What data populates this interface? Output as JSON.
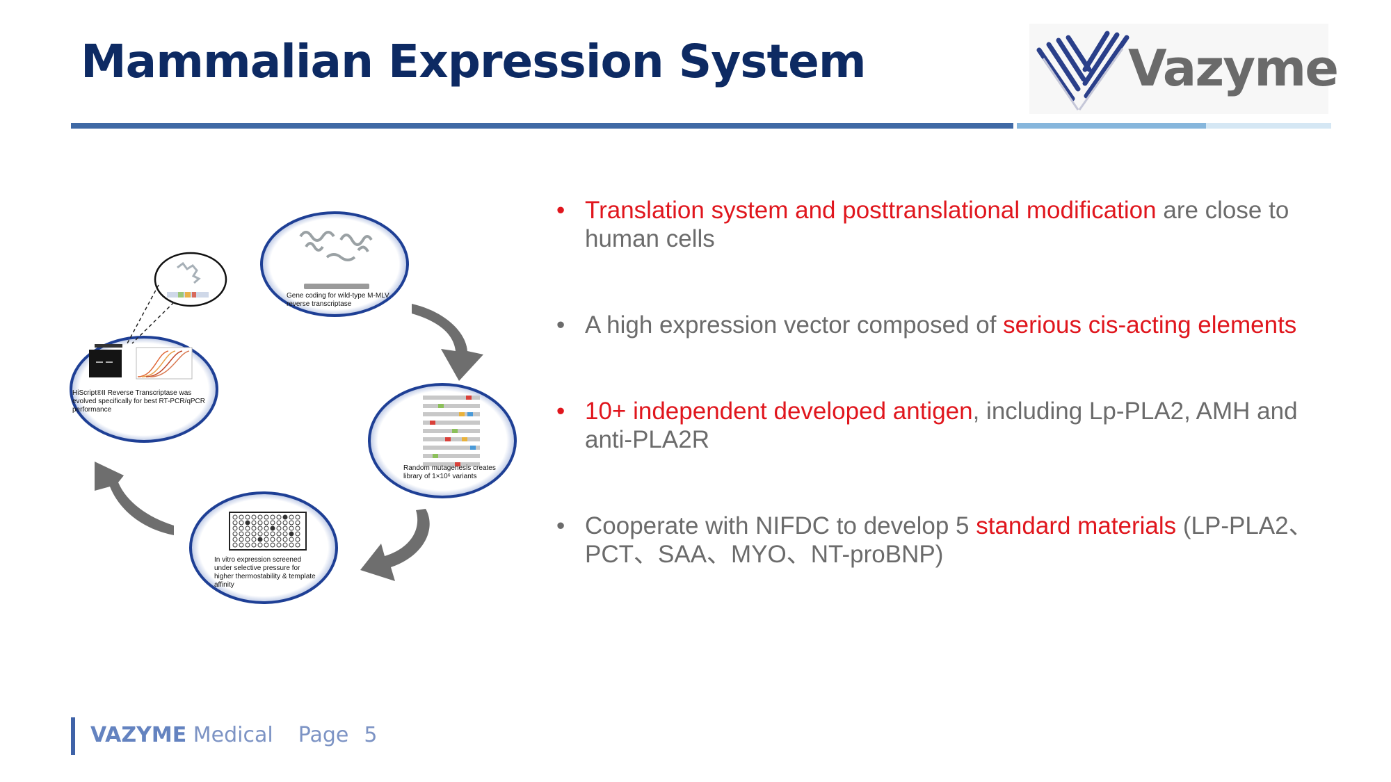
{
  "slide": {
    "title": "Mammalian Expression System",
    "logo_text": "Vazyme",
    "accent_color": "#0d2a63",
    "highlight_color": "#e0161d"
  },
  "diagram": {
    "circle1_label": "Gene coding for wild-type M-MLV reverse transcriptase",
    "circle2_label": "Random mutagenesis creates library of 1×10⁶ variants",
    "circle3_label": "In vitro expression screened under selective pressure for higher thermostability & template affinity",
    "circle4_label": "HiScript®II Reverse Transcriptase was evolved specifically for best RT-PCR/qPCR performance"
  },
  "bullets": [
    {
      "hl": "Translation system and posttranslational modification",
      "rest": " are close to human cells"
    },
    {
      "pre": "A high expression vector composed of ",
      "hl": "serious cis-acting elements"
    },
    {
      "hl": "10+ independent developed antigen",
      "rest": ", including Lp-PLA2, AMH and anti-PLA2R"
    },
    {
      "pre": "Cooperate with NIFDC to develop 5 ",
      "hl": "standard materials",
      "rest": " (LP-PLA2、PCT、SAA、MYO、NT-proBNP)"
    }
  ],
  "footer": {
    "brand": "VAZYME",
    "suffix": " Medical",
    "page_label": "Page",
    "page_number": "5"
  }
}
